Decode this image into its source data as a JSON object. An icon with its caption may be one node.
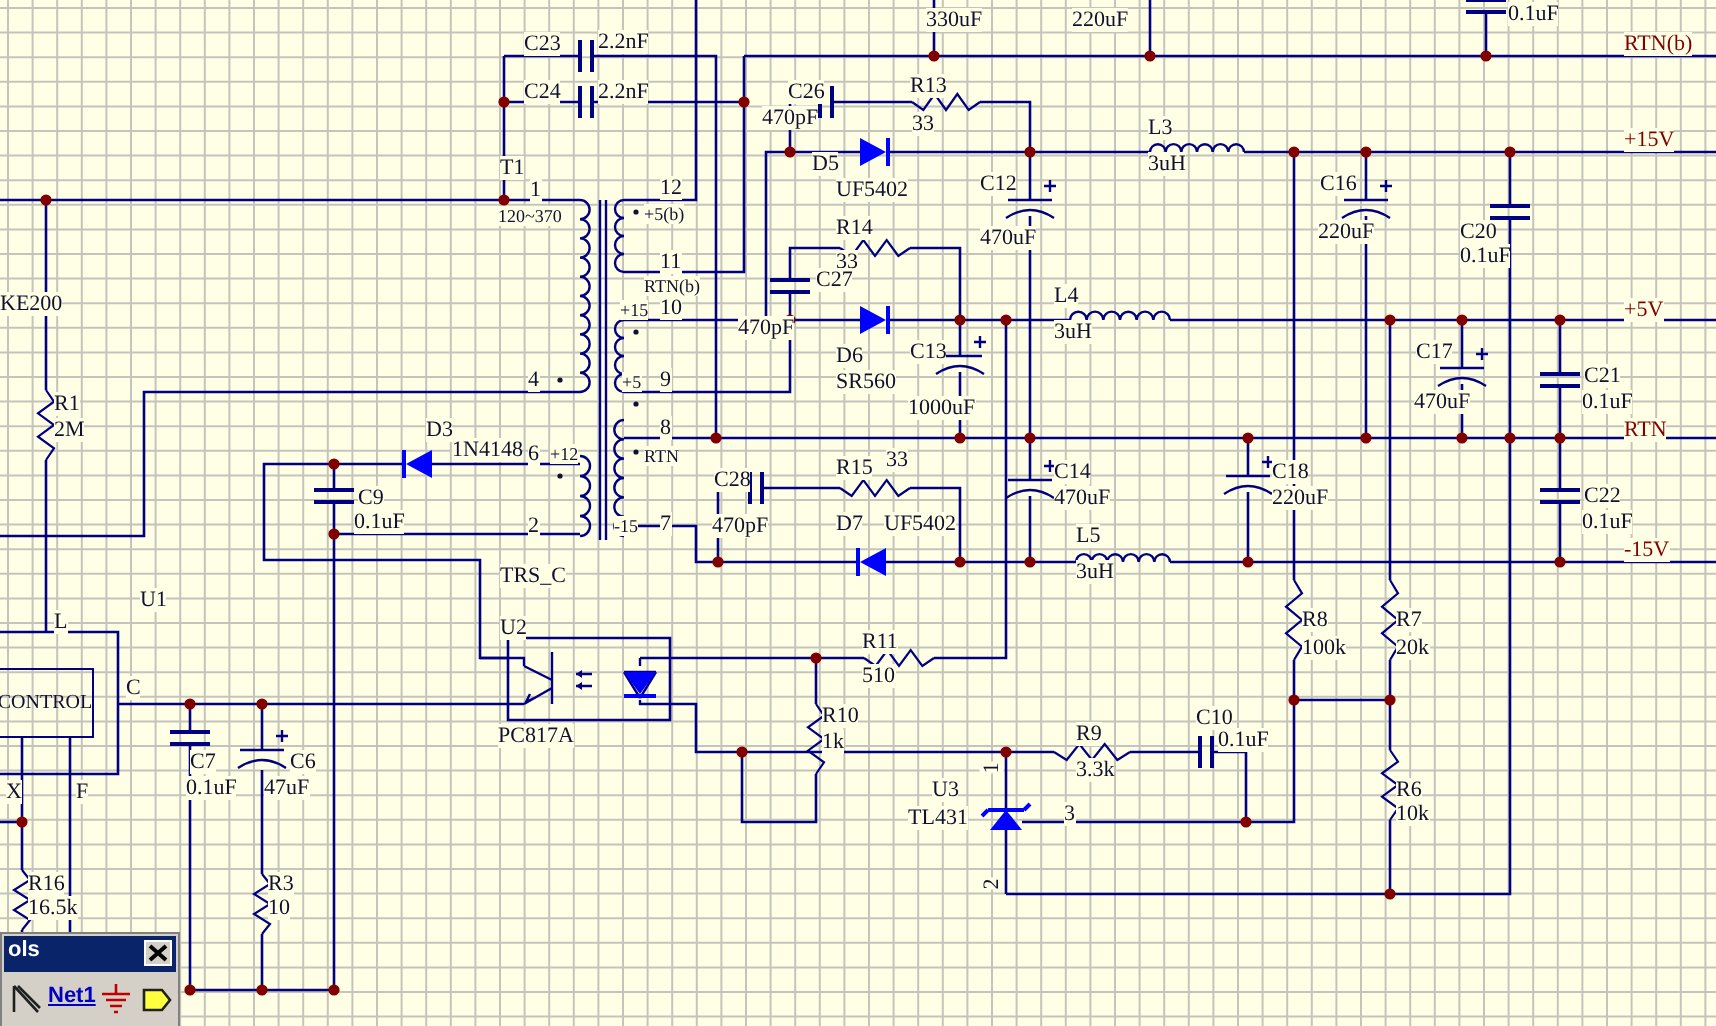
{
  "diagram": {
    "nodes": [
      {
        "text": [
          "CONTROL"
        ]
      }
    ],
    "labels": [
      "330uF",
      "220uF",
      "0.1uF",
      "C23",
      "2.2nF",
      "RTN(b)",
      "C24",
      "2.2nF",
      "C26",
      "R13",
      "470pF",
      "33",
      "L3",
      "+15V",
      "T1",
      "D5",
      "3uH",
      "1",
      "12",
      "UF5402",
      "C12",
      "C16",
      "120~370",
      "+5(b)",
      "R14",
      "470uF",
      "220uF",
      "C20",
      "11",
      "33",
      "0.1uF",
      "RTN(b)",
      "C27",
      "KE200",
      "+15",
      "10",
      "L4",
      "+5V",
      "470pF",
      "3uH",
      "D6",
      "C13",
      "C17",
      "4",
      "+5",
      "9",
      "SR560",
      "C21",
      "R1",
      "1000uF",
      "470uF",
      "0.1uF",
      "2M",
      "D3",
      "8",
      "RTN",
      "1N4148",
      "6",
      "+12",
      "RTN",
      "C28",
      "R15",
      "33",
      "C14",
      "C18",
      "C9",
      "470uF",
      "220uF",
      "C22",
      "0.1uF",
      "2",
      "-15",
      "7",
      "470pF",
      "D7",
      "UF5402",
      "0.1uF",
      "L5",
      "-15V",
      "TRS_C",
      "3uH",
      "U1",
      "L",
      "U2",
      "R8",
      "R7",
      "R11",
      "100k",
      "20k",
      "C",
      "510",
      "R10",
      "C10",
      "PC817A",
      "1k",
      "R9",
      "0.1uF",
      "C7",
      "C6",
      "1",
      "3.3k",
      "X",
      "F",
      "0.1uF",
      "47uF",
      "U3",
      "R6",
      "TL431",
      "3",
      "10k",
      "R16",
      "R3",
      "2",
      "16.5k",
      "10",
      "ols",
      "Net1"
    ]
  }
}
